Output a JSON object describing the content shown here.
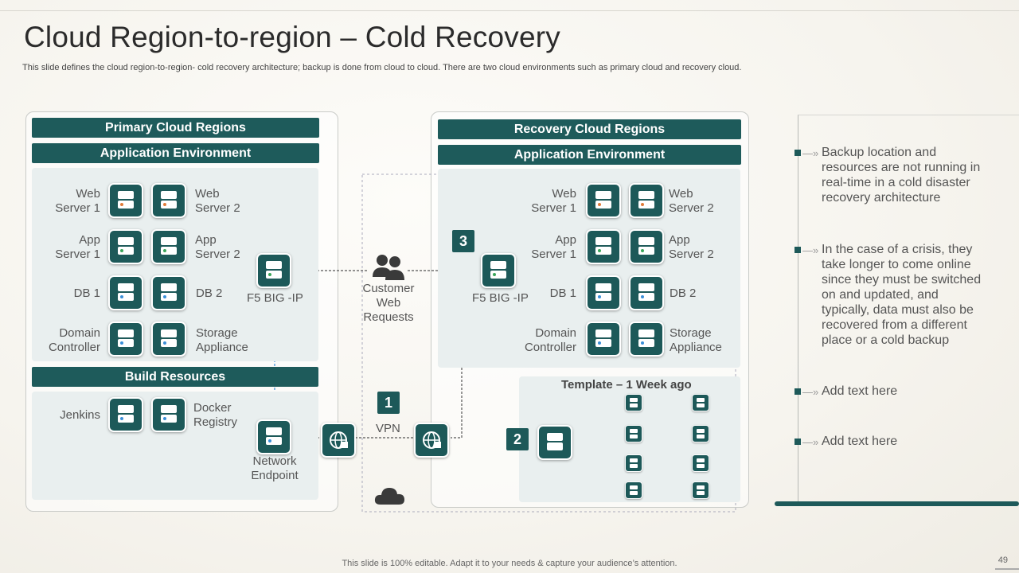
{
  "title": "Cloud Region-to-region – Cold Recovery",
  "subtitle": "This slide defines the cloud region-to-region- cold recovery architecture; backup is done from cloud to  cloud. There are two cloud environments such as primary cloud and recovery cloud.",
  "primary": {
    "header": "Primary Cloud Regions",
    "app_env": "Application Environment",
    "web1": "Web\nServer 1",
    "web2": "Web\nServer 2",
    "app1": "App\nServer 1",
    "app2": "App\nServer 2",
    "db1": "DB 1",
    "db2": "DB 2",
    "domain": "Domain\nController",
    "storage": "Storage\nAppliance",
    "f5": "F5 BIG -IP",
    "build": "Build Resources",
    "jenkins": "Jenkins",
    "docker": "Docker\nRegistry",
    "endpoint": "Network\nEndpoint"
  },
  "middle": {
    "customer": "Customer\nWeb\nRequests",
    "step1": "1",
    "vpn": "VPN"
  },
  "recovery": {
    "header": "Recovery Cloud Regions",
    "app_env": "Application Environment",
    "web1": "Web\nServer 1",
    "web2": "Web\nServer 2",
    "app1": "App\nServer 1",
    "app2": "App\nServer 2",
    "db1": "DB 1",
    "db2": "DB 2",
    "domain": "Domain\nController",
    "storage": "Storage\nAppliance",
    "f5": "F5 BIG -IP",
    "step3": "3",
    "step2": "2",
    "template": "Template – 1 Week ago"
  },
  "bullets": [
    "Backup location and resources are not running in real-time in a cold disaster recovery architecture",
    "In the case of a crisis, they take longer to come online since they must be switched on and updated, and typically, data must also be recovered from a different place or a cold backup",
    "Add text here",
    "Add text here"
  ],
  "footer": "This slide is 100% editable. Adapt it to your needs & capture your audience’s attention.",
  "page_number": "49",
  "colors": {
    "teal": "#1d5959",
    "orange_line": "#e07b39",
    "green_line": "#3aa55a",
    "blue_line": "#3a8fd8",
    "gray_line": "#666666"
  }
}
